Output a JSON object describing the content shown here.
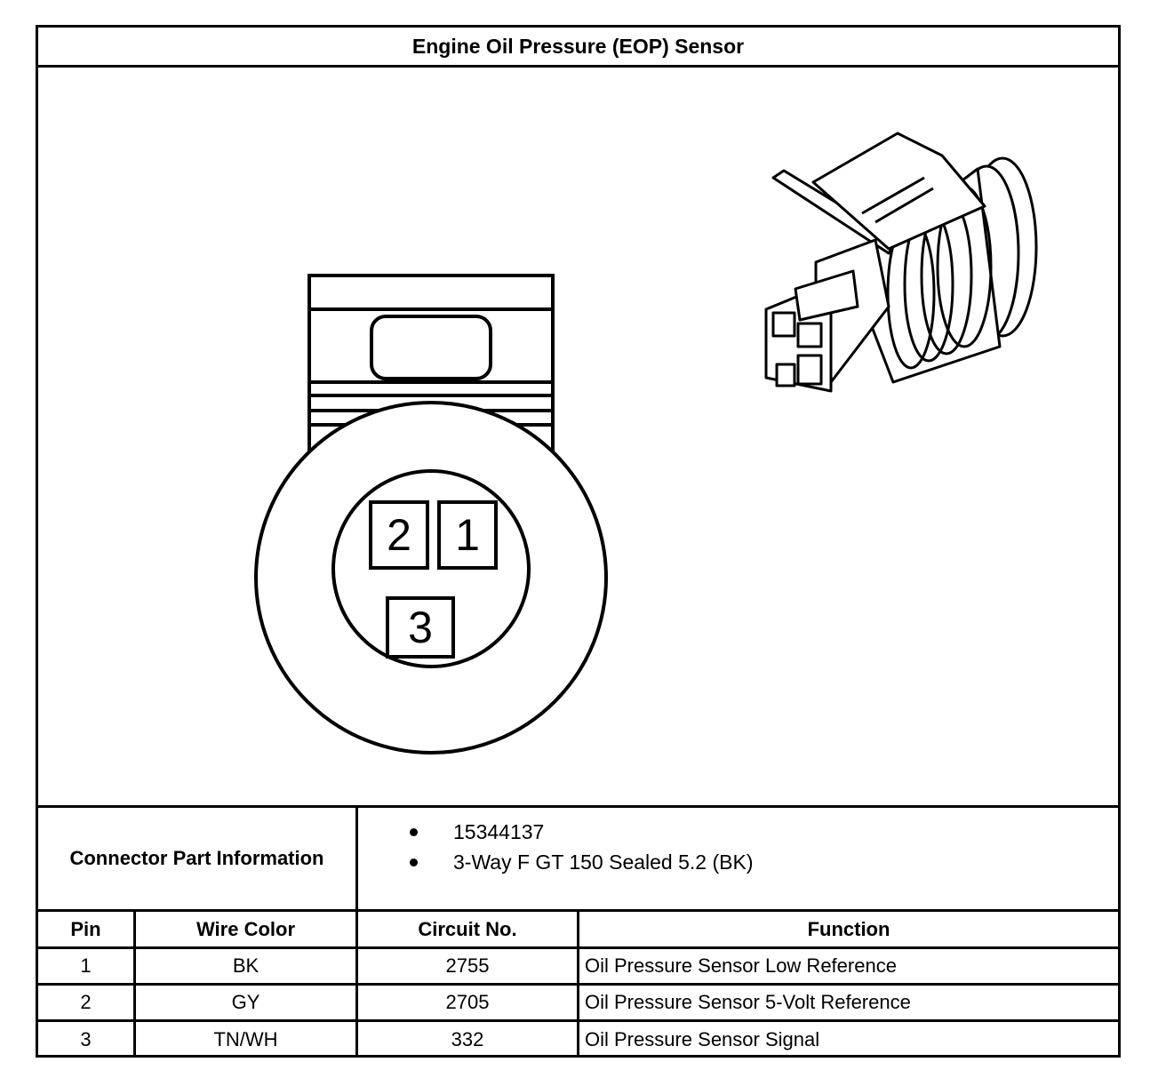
{
  "title": "Engine Oil Pressure (EOP) Sensor",
  "connector": {
    "label": "Connector Part Information",
    "items": [
      "15344137",
      "3-Way F GT 150 Sealed 5.2 (BK)"
    ]
  },
  "pins_face": [
    "2",
    "1",
    "3"
  ],
  "table": {
    "headers": [
      "Pin",
      "Wire Color",
      "Circuit No.",
      "Function"
    ],
    "rows": [
      [
        "1",
        "BK",
        "2755",
        "Oil Pressure Sensor Low Reference"
      ],
      [
        "2",
        "GY",
        "2705",
        "Oil Pressure Sensor 5-Volt Reference"
      ],
      [
        "3",
        "TN/WH",
        "332",
        "Oil Pressure Sensor Signal"
      ]
    ]
  }
}
